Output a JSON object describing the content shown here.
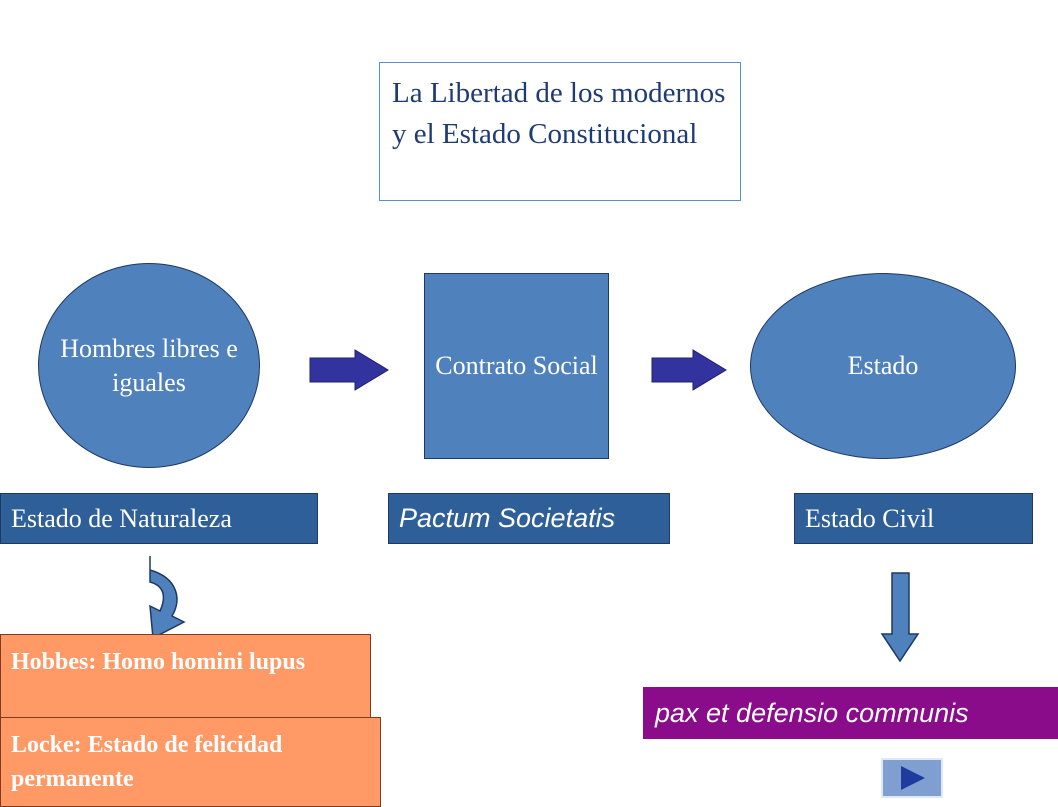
{
  "title": "La Libertad de los modernos y el Estado Constitucional",
  "nodes": {
    "hombres": "Hombres libres e iguales",
    "contrato": "Contrato Social",
    "estado": "Estado"
  },
  "labels": {
    "naturaleza": "Estado de Naturaleza",
    "pactum": "Pactum Societatis",
    "civil": "Estado Civil"
  },
  "notes": {
    "hobbes": "Hobbes: Homo homini lupus",
    "locke": "Locke: Estado de felicidad permanente",
    "pax": "pax et defensio communis"
  },
  "colors": {
    "node_fill": "#4f81bd",
    "label_fill": "#2f5f98",
    "arrow_fill": "#3333a0",
    "note_orange": "#ff9966",
    "note_purple": "#8a0c8a"
  },
  "icons": {
    "nav": "play-next-icon"
  }
}
